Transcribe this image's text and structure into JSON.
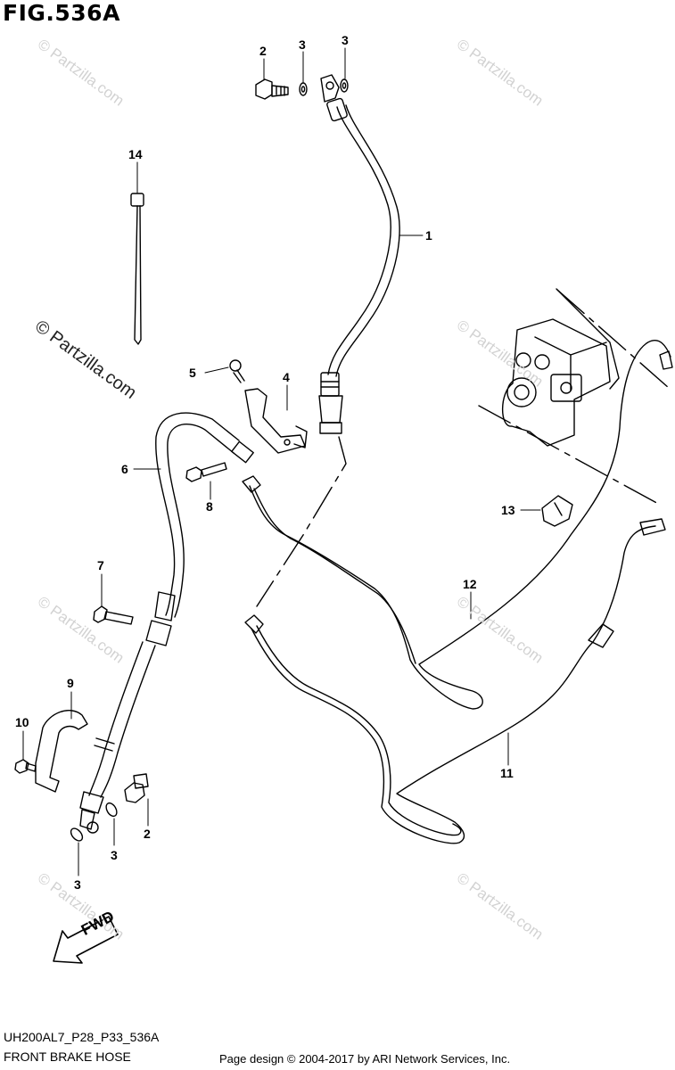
{
  "figure": {
    "title": "FIG.536A",
    "code": "UH200AL7_P28_P33_536A",
    "caption": "FRONT BRAKE HOSE",
    "credit": "Page design © 2004-2017 by ARI Network Services, Inc.",
    "fwd_marker": "FWD",
    "watermark": "© Partzilla.com"
  },
  "callouts": [
    {
      "id": "c1",
      "label": "1"
    },
    {
      "id": "c2a",
      "label": "2"
    },
    {
      "id": "c2b",
      "label": "2"
    },
    {
      "id": "c3a",
      "label": "3"
    },
    {
      "id": "c3b",
      "label": "3"
    },
    {
      "id": "c3c",
      "label": "3"
    },
    {
      "id": "c3d",
      "label": "3"
    },
    {
      "id": "c4",
      "label": "4"
    },
    {
      "id": "c5",
      "label": "5"
    },
    {
      "id": "c6",
      "label": "6"
    },
    {
      "id": "c7",
      "label": "7"
    },
    {
      "id": "c8",
      "label": "8"
    },
    {
      "id": "c9",
      "label": "9"
    },
    {
      "id": "c10",
      "label": "10"
    },
    {
      "id": "c11",
      "label": "11"
    },
    {
      "id": "c12",
      "label": "12"
    },
    {
      "id": "c13",
      "label": "13"
    },
    {
      "id": "c14",
      "label": "14"
    }
  ]
}
